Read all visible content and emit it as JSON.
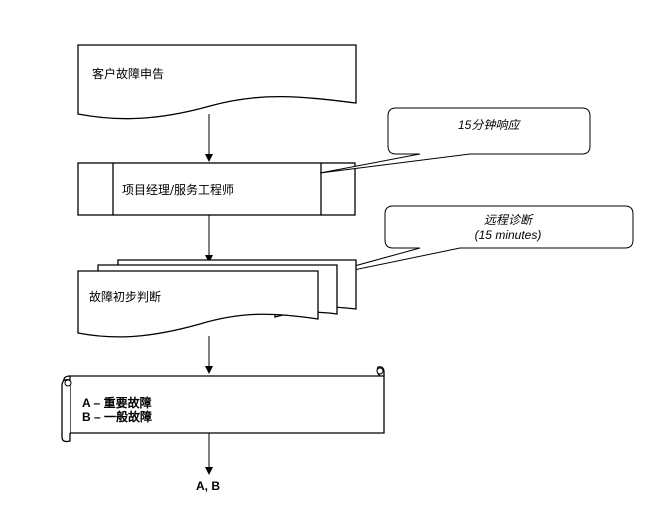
{
  "nodes": {
    "report": {
      "label": "客户故障申告"
    },
    "assign": {
      "label": "项目经理/服务工程师"
    },
    "diagnose": {
      "label": "故障初步判断"
    },
    "classify": {
      "line_a": "A – 重要故障",
      "line_b": "B – 一般故障"
    },
    "output": {
      "label": "A, B"
    }
  },
  "callouts": {
    "response": {
      "label": "15分钟响应"
    },
    "remote": {
      "line1": "远程诊断",
      "line2": "(15 minutes)"
    }
  }
}
